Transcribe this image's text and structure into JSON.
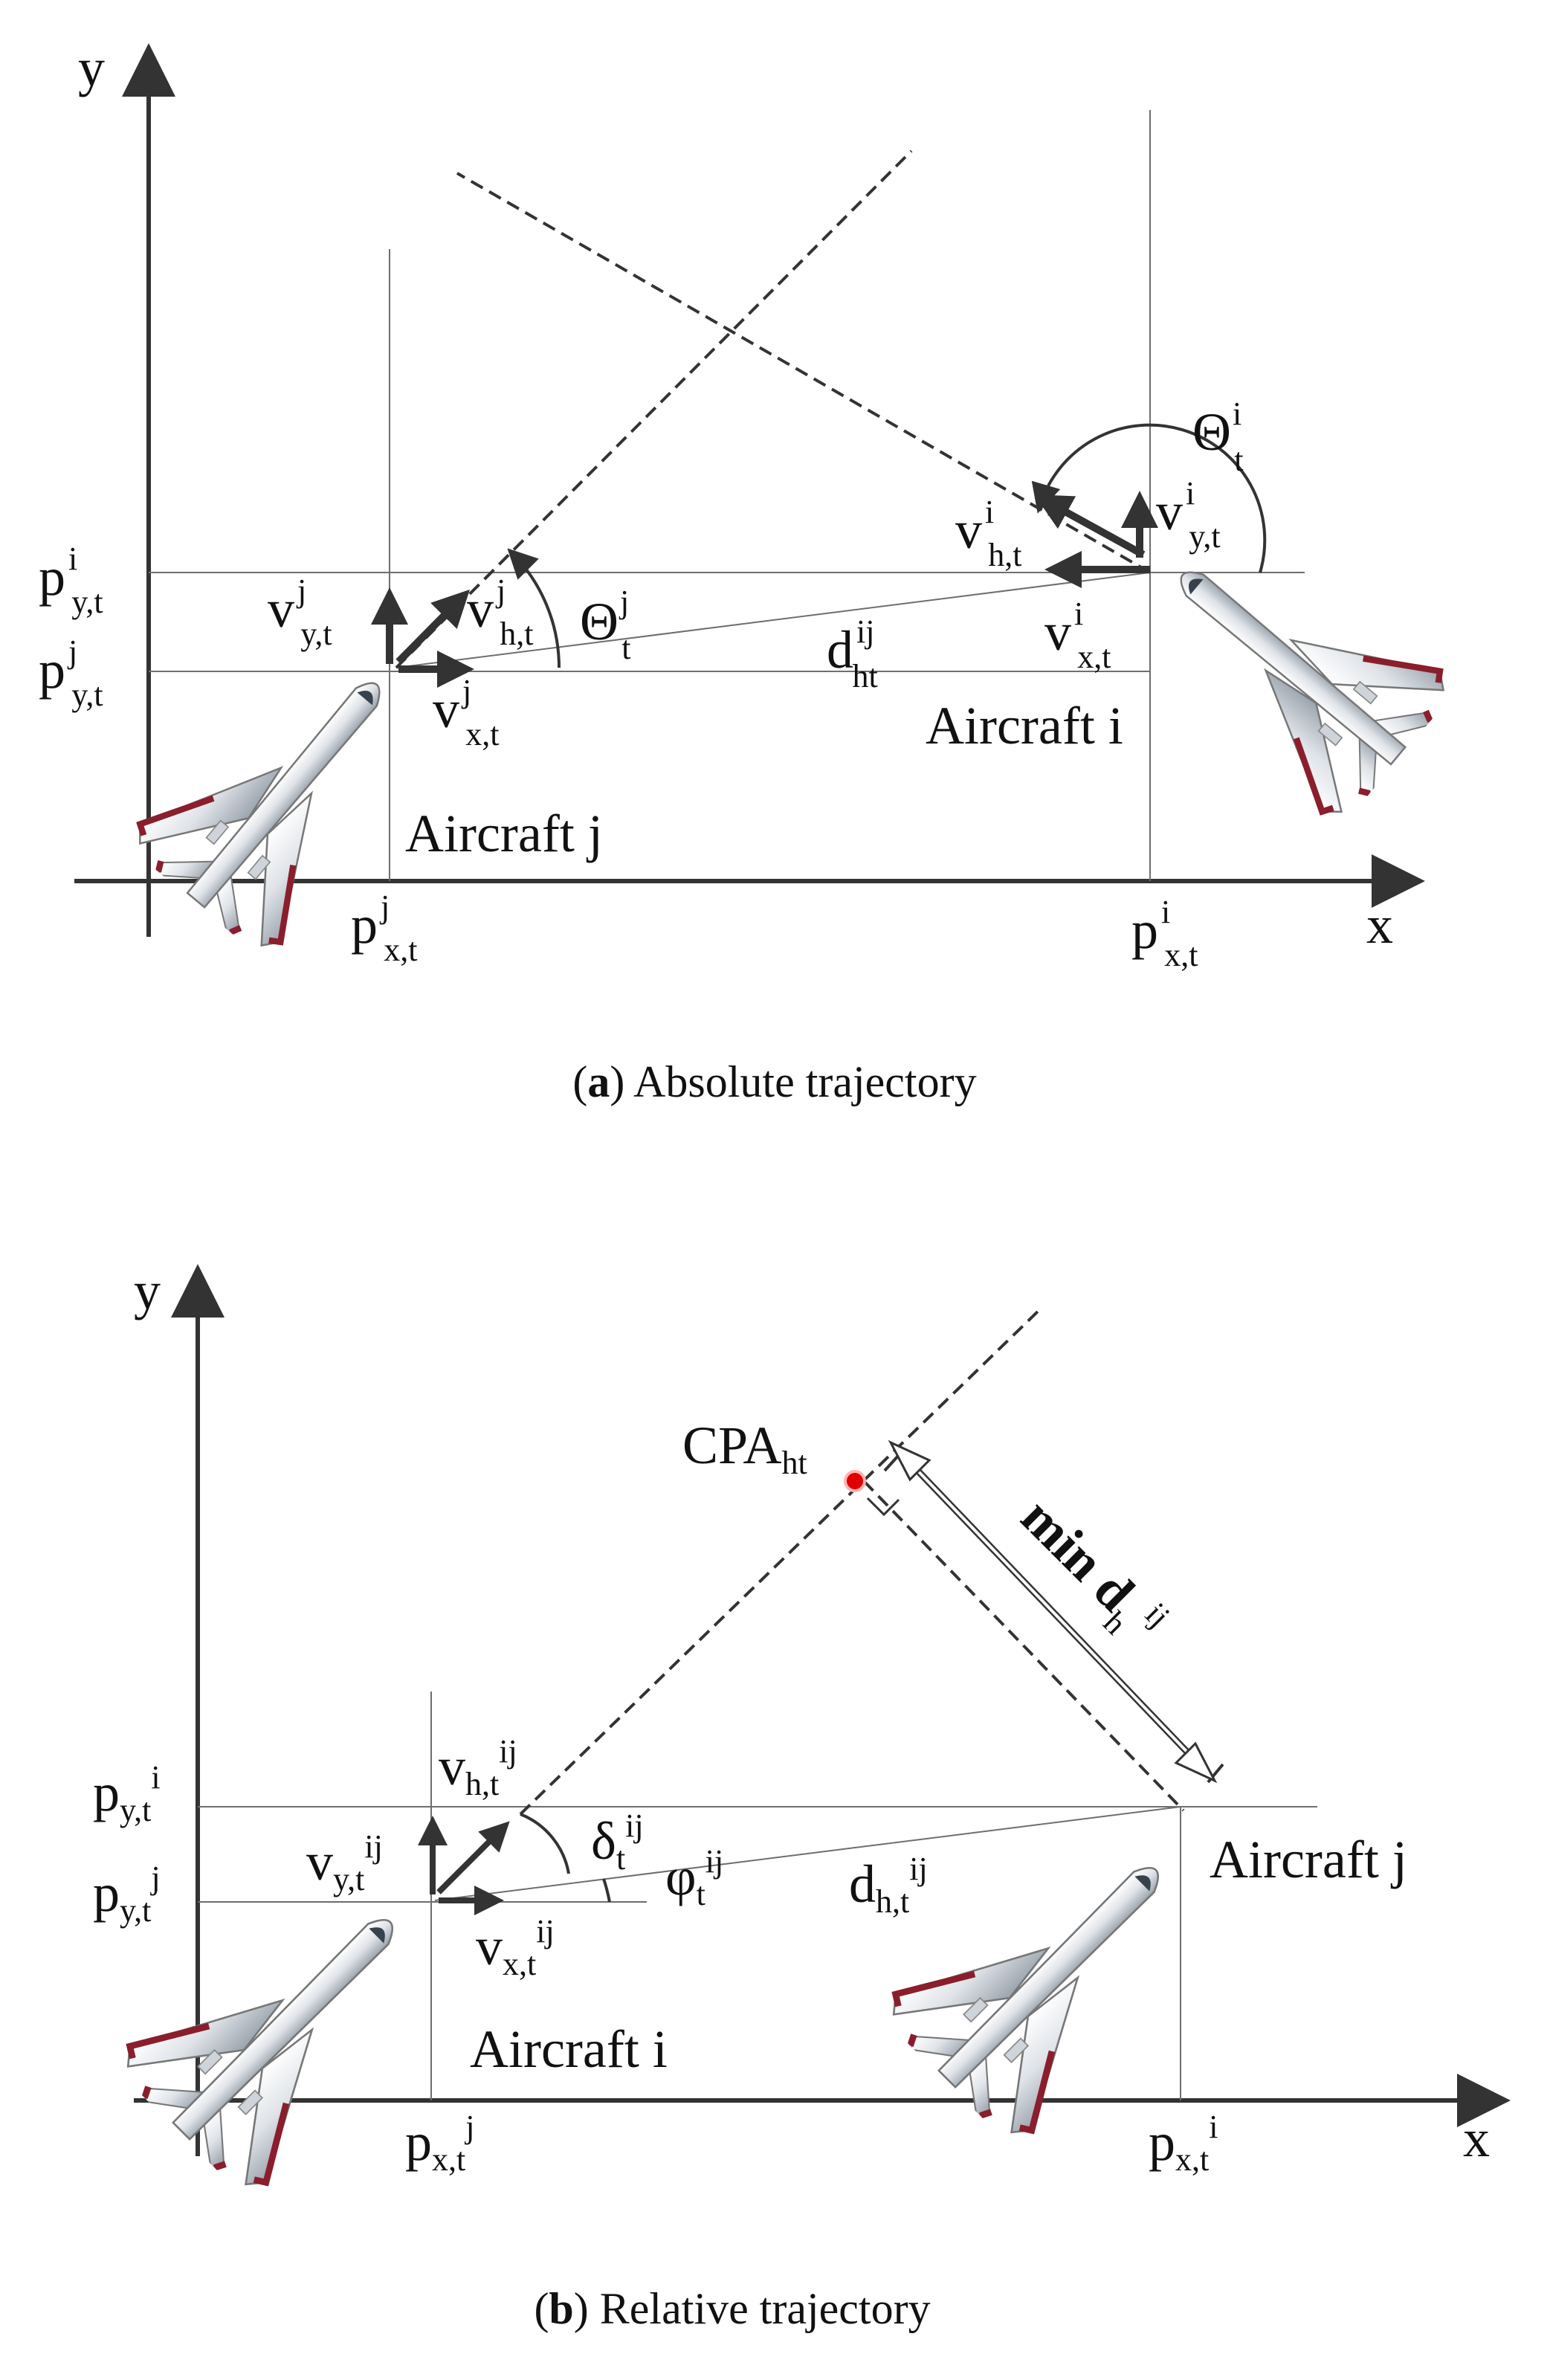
{
  "panel_a": {
    "axis_y": "y",
    "axis_x": "x",
    "caption": {
      "open": "(",
      "letter": "a",
      "rest": ") Absolute trajectory"
    },
    "theta_i": {
      "main": "Θ",
      "sup": "i",
      "sub": "t"
    },
    "theta_j": {
      "main": "Θ",
      "sup": "j",
      "sub": "t"
    },
    "v_h_i": {
      "main": "v",
      "sup": "i",
      "sub": "h,t"
    },
    "v_y_i": {
      "main": "v",
      "sup": "i",
      "sub": "y,t"
    },
    "v_x_i": {
      "main": "v",
      "sup": "i",
      "sub": "x,t"
    },
    "v_y_j": {
      "main": "v",
      "sup": "j",
      "sub": "y,t"
    },
    "v_h_j": {
      "main": "v",
      "sup": "j",
      "sub": "h,t"
    },
    "v_x_j": {
      "main": "v",
      "sup": "j",
      "sub": "x,t"
    },
    "d_ij": {
      "main": "d",
      "sup": "ij",
      "sub": "ht"
    },
    "p_y_i": {
      "main": "p",
      "sup": "i",
      "sub": "y,t"
    },
    "p_y_j": {
      "main": "p",
      "sup": "j",
      "sub": "y,t"
    },
    "p_x_j": {
      "main": "p",
      "sup": "j",
      "sub": "x,t"
    },
    "p_x_i": {
      "main": "p",
      "sup": "i",
      "sub": "x,t"
    },
    "aircraft_i": "Aircraft i",
    "aircraft_j": "Aircraft j"
  },
  "panel_b": {
    "axis_y": "y",
    "axis_x": "x",
    "caption": {
      "open": "(",
      "letter": "b",
      "rest": ") Relative trajectory"
    },
    "cpa": {
      "main": "CPA",
      "sub": "ht"
    },
    "min_d": {
      "pre": "min d",
      "sub": "h",
      "sup": "ij"
    },
    "v_h": {
      "main": "v",
      "sub": "h,t",
      "sup": "ij"
    },
    "v_y": {
      "main": "v",
      "sub": "y,t",
      "sup": "ij"
    },
    "v_x": {
      "main": "v",
      "sub": "x,t",
      "sup": "ij"
    },
    "delta": {
      "main": "δ",
      "sub": "t",
      "sup": "ij"
    },
    "phi": {
      "main": "φ",
      "sub": "t",
      "sup": "ij"
    },
    "d_h": {
      "main": "d",
      "sub": "h,t",
      "sup": "ij"
    },
    "p_y_i": {
      "main": "p",
      "sub": "y,t",
      "sup": "i"
    },
    "p_y_j": {
      "main": "p",
      "sub": "y,t",
      "sup": "j"
    },
    "p_x_j": {
      "main": "p",
      "sub": "x,t",
      "sup": "j"
    },
    "p_x_i": {
      "main": "p",
      "sub": "x,t",
      "sup": "i"
    },
    "aircraft_i": "Aircraft i",
    "aircraft_j": "Aircraft j"
  },
  "colors": {
    "ink": "#111111",
    "arrow": "#333333",
    "grid": "#6e6e6e",
    "cpa_dot": "#e00000",
    "plane_stripe": "#8a1e2c"
  }
}
